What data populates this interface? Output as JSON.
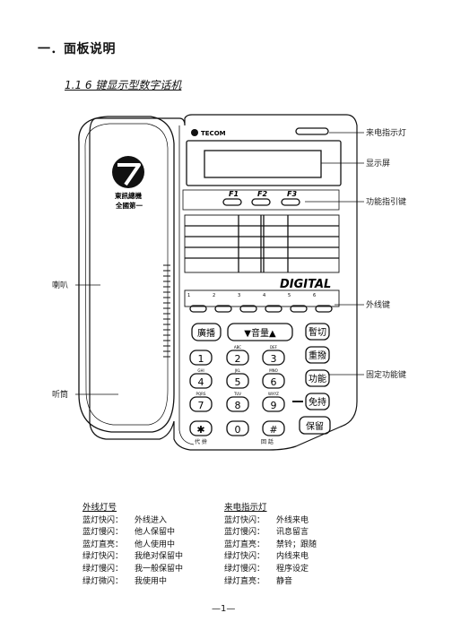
{
  "section_title": "一．面板说明",
  "subtitle": "1.1 6  键显示型数字话机",
  "phone": {
    "brand": "TECOM",
    "logo_text": [
      "東訊總機",
      "全國第一"
    ],
    "function_keys": [
      "F1",
      "F2",
      "F3"
    ],
    "model_label": "DIGITAL",
    "line_key_numbers": [
      "1",
      "2",
      "3",
      "4",
      "5",
      "6"
    ],
    "top_buttons": {
      "broadcast": "廣播",
      "volume": "▼音量▲"
    },
    "right_buttons": [
      "暫切",
      "重撥",
      "功能",
      "免持",
      "保留"
    ],
    "dialpad": [
      {
        "num": "1",
        "letters": ""
      },
      {
        "num": "2",
        "letters": "ABC"
      },
      {
        "num": "3",
        "letters": "DEF"
      },
      {
        "num": "4",
        "letters": "GHI"
      },
      {
        "num": "5",
        "letters": "JKL"
      },
      {
        "num": "6",
        "letters": "MNO"
      },
      {
        "num": "7",
        "letters": "PQRS"
      },
      {
        "num": "8",
        "letters": "TUV"
      },
      {
        "num": "9",
        "letters": "WXYZ"
      },
      {
        "num": "✱",
        "letters": ""
      },
      {
        "num": "0",
        "letters": ""
      },
      {
        "num": "#",
        "letters": ""
      }
    ],
    "bottom_labels": {
      "left": "代 拚",
      "right": "回 話"
    }
  },
  "callouts": {
    "incoming_light": "来电指示灯",
    "display": "显示屏",
    "function_guide_keys": "功能指引键",
    "speaker": "喇叭",
    "line_keys": "外线键",
    "fixed_function_keys": "固定功能键",
    "handset": "听筒"
  },
  "legend": {
    "line_lights": {
      "title": "外线灯号",
      "rows": [
        {
          "state": "蓝灯快闪：",
          "meaning": "外线进入"
        },
        {
          "state": "蓝灯慢闪：",
          "meaning": "他人保留中"
        },
        {
          "state": "蓝灯直亮：",
          "meaning": "他人使用中"
        },
        {
          "state": "绿灯快闪：",
          "meaning": "我绝对保留中"
        },
        {
          "state": "绿灯慢闪：",
          "meaning": "我一般保留中"
        },
        {
          "state": "绿灯微闪：",
          "meaning": "我使用中"
        }
      ]
    },
    "incoming_lights": {
      "title": "来电指示灯",
      "rows": [
        {
          "state": "蓝灯快闪：",
          "meaning": "外线来电"
        },
        {
          "state": "蓝灯慢闪：",
          "meaning": "讯息留言"
        },
        {
          "state": "蓝灯直亮：",
          "meaning": "禁铃；跟随"
        },
        {
          "state": "绿灯快闪：",
          "meaning": "内线来电"
        },
        {
          "state": "绿灯慢闪：",
          "meaning": "程序设定"
        },
        {
          "state": "绿灯直亮：",
          "meaning": "静音"
        }
      ]
    }
  },
  "page_number": "—1—"
}
